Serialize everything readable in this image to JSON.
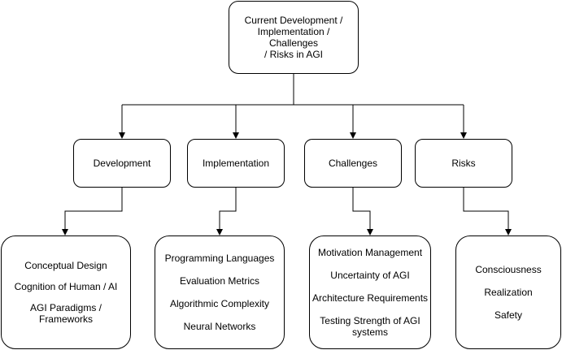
{
  "root": {
    "lines": [
      "Current Development /",
      "Implementation / Challenges",
      "/ Risks in AGI"
    ]
  },
  "categories": [
    {
      "label": "Development"
    },
    {
      "label": "Implementation"
    },
    {
      "label": "Challenges"
    },
    {
      "label": "Risks"
    }
  ],
  "details": {
    "development": [
      "Conceptual Design",
      "Cognition of Human / AI",
      "AGI Paradigms / Frameworks"
    ],
    "implementation": [
      "Programming Languages",
      "Evaluation Metrics",
      "Algorithmic Complexity",
      "Neural Networks"
    ],
    "challenges": [
      "Motivation Management",
      "Uncertainty of AGI",
      "Architecture Requirements",
      "Testing Strength of AGI systems"
    ],
    "risks": [
      "Consciousness",
      "Realization",
      "Safety"
    ]
  },
  "colors": {
    "stroke": "#000000",
    "fill": "#ffffff",
    "text": "#000000"
  }
}
